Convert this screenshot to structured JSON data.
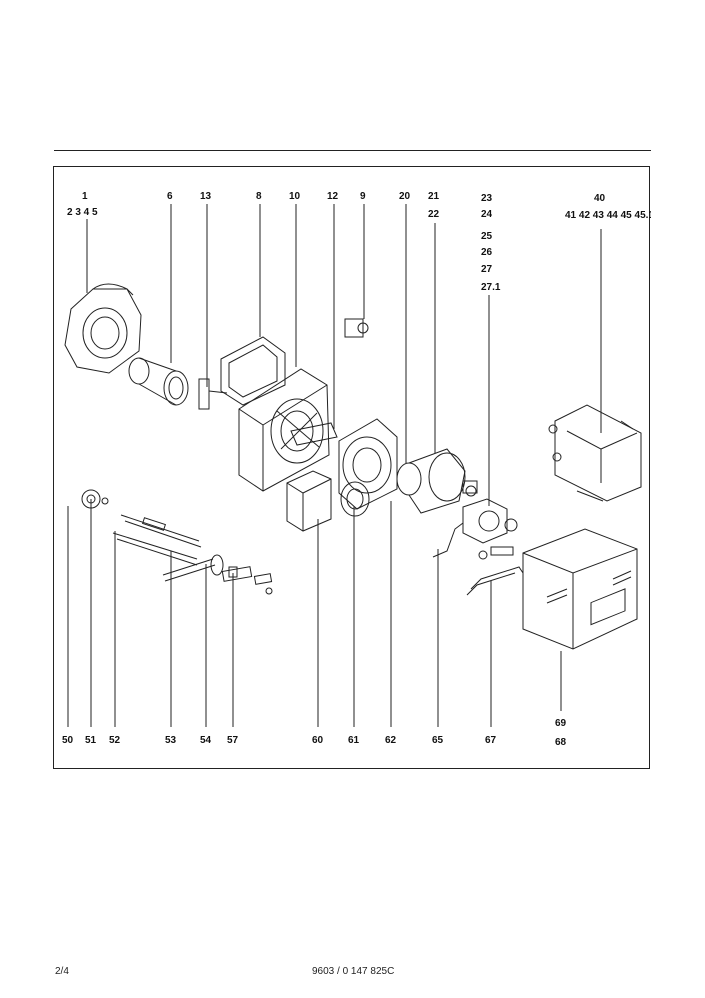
{
  "callouts_top": [
    {
      "id": "c1",
      "text": "1"
    },
    {
      "id": "c2345",
      "text": "2 3 4 5"
    },
    {
      "id": "c6",
      "text": "6"
    },
    {
      "id": "c13",
      "text": "13"
    },
    {
      "id": "c8",
      "text": "8"
    },
    {
      "id": "c10",
      "text": "10"
    },
    {
      "id": "c12",
      "text": "12"
    },
    {
      "id": "c9",
      "text": "9"
    },
    {
      "id": "c20",
      "text": "20"
    },
    {
      "id": "c21",
      "text": "21"
    },
    {
      "id": "c22",
      "text": "22"
    },
    {
      "id": "c23",
      "text": "23"
    },
    {
      "id": "c24",
      "text": "24"
    },
    {
      "id": "c25",
      "text": "25"
    },
    {
      "id": "c26",
      "text": "26"
    },
    {
      "id": "c27",
      "text": "27"
    },
    {
      "id": "c271",
      "text": "27.1"
    },
    {
      "id": "c40",
      "text": "40"
    },
    {
      "id": "c41",
      "text": "41 42 43 44 45 45.1"
    }
  ],
  "callouts_bottom": [
    {
      "id": "c50",
      "text": "50"
    },
    {
      "id": "c51",
      "text": "51"
    },
    {
      "id": "c52",
      "text": "52"
    },
    {
      "id": "c53",
      "text": "53"
    },
    {
      "id": "c54",
      "text": "54"
    },
    {
      "id": "c57",
      "text": "57"
    },
    {
      "id": "c60",
      "text": "60"
    },
    {
      "id": "c61",
      "text": "61"
    },
    {
      "id": "c62",
      "text": "62"
    },
    {
      "id": "c65",
      "text": "65"
    },
    {
      "id": "c67",
      "text": "67"
    },
    {
      "id": "c69",
      "text": "69"
    },
    {
      "id": "c68",
      "text": "68"
    }
  ],
  "footer": {
    "page": "2/4",
    "doc_ref": "9603 / 0 147 825C"
  }
}
